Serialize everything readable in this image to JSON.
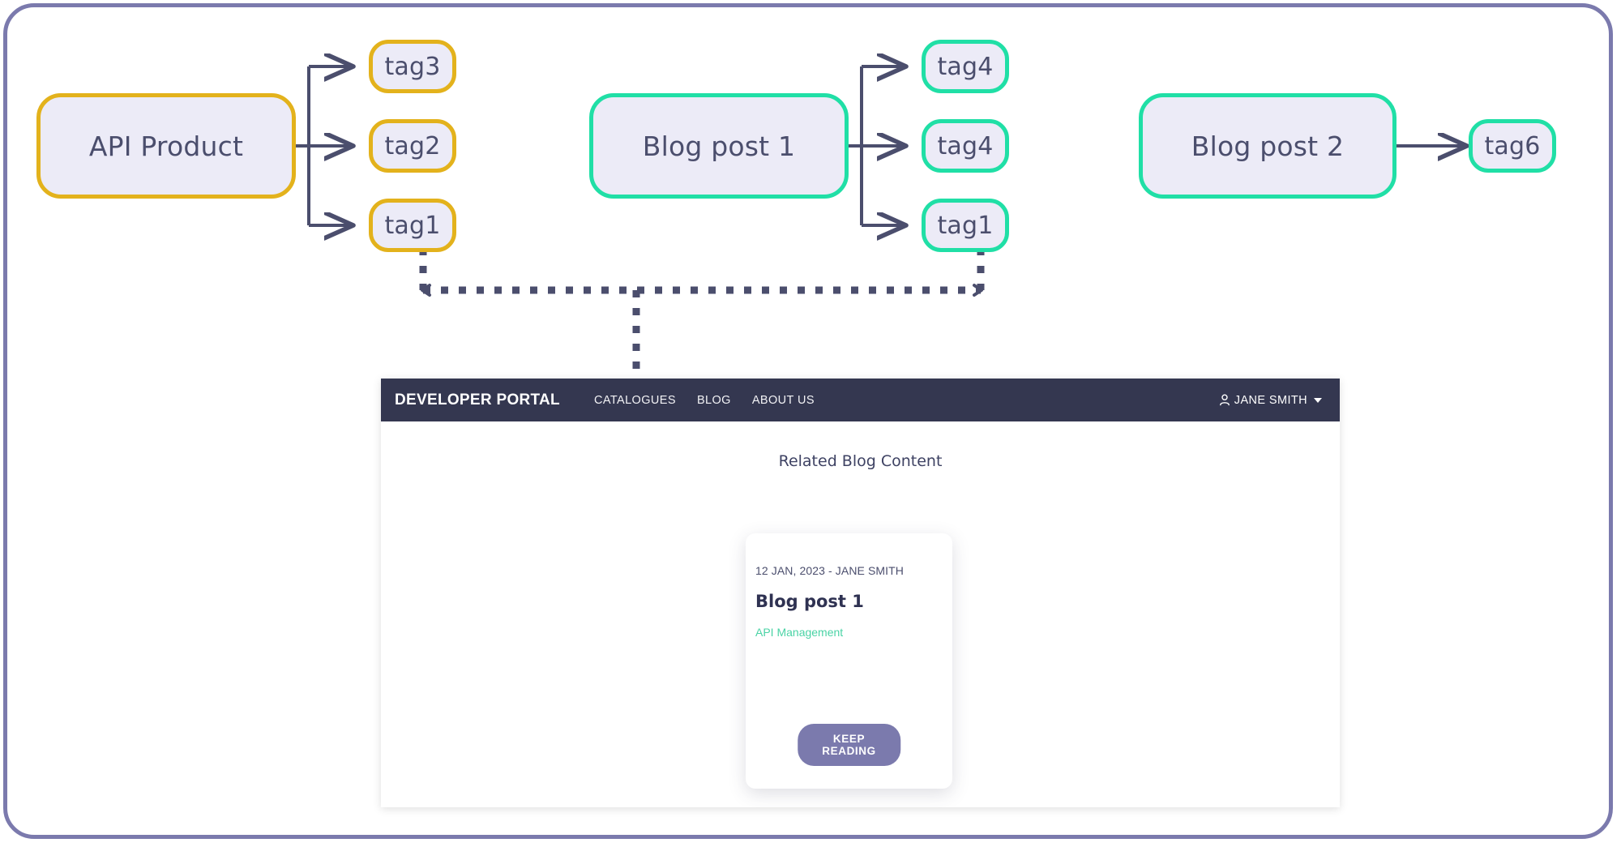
{
  "frame": {
    "border_color": "#7b7aad"
  },
  "palette": {
    "api_product_border": "#e3b21c",
    "blog_border": "#20dfa6",
    "node_fill": "#ecebf7",
    "node_text": "#4b4e6d",
    "connector": "#4b4e6d",
    "navbar_bg": "#343750",
    "button_bg": "#7b7aad",
    "tag_link": "#4ad3a5"
  },
  "diagram": {
    "groups": [
      {
        "id": "api-product",
        "source": {
          "label": "API Product",
          "color": "yellow"
        },
        "tags": [
          {
            "label": "tag3",
            "color": "yellow"
          },
          {
            "label": "tag2",
            "color": "yellow"
          },
          {
            "label": "tag1",
            "color": "yellow"
          }
        ]
      },
      {
        "id": "blog-post-1",
        "source": {
          "label": "Blog post 1",
          "color": "teal"
        },
        "tags": [
          {
            "label": "tag4",
            "color": "teal"
          },
          {
            "label": "tag4",
            "color": "teal"
          },
          {
            "label": "tag1",
            "color": "teal"
          }
        ]
      },
      {
        "id": "blog-post-2",
        "source": {
          "label": "Blog post 2",
          "color": "teal"
        },
        "tags": [
          {
            "label": "tag6",
            "color": "teal"
          }
        ]
      }
    ]
  },
  "portal": {
    "navbar": {
      "brand": "DEVELOPER PORTAL",
      "links": [
        {
          "label": "CATALOGUES"
        },
        {
          "label": "BLOG"
        },
        {
          "label": "ABOUT US"
        }
      ],
      "user": {
        "name": "JANE SMITH",
        "icon": "user-icon",
        "caret": "chevron-down-icon"
      }
    },
    "main": {
      "section_title": "Related Blog Content",
      "card": {
        "meta": "12 JAN, 2023 - JANE SMITH",
        "title": "Blog post 1",
        "tag": "API Management",
        "button": "KEEP READING"
      }
    }
  }
}
